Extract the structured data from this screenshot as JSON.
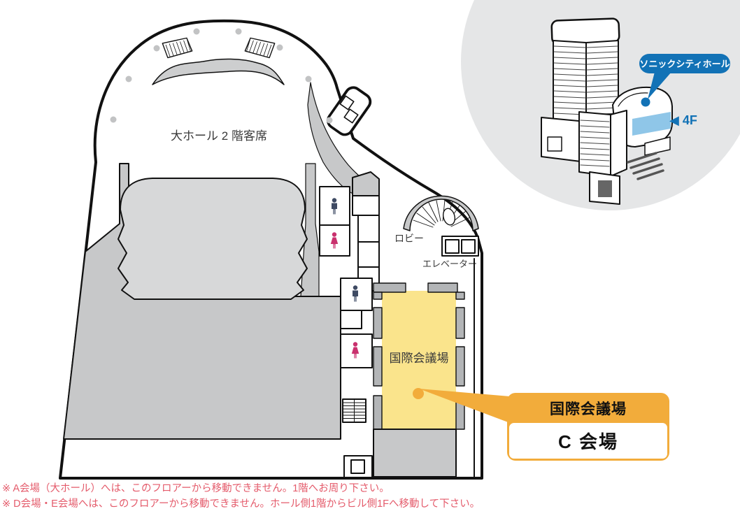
{
  "floor_plan": {
    "hall_seating_label": "大ホール 2 階客席",
    "lobby_label": "ロビー",
    "elevator_label": "エレベーター",
    "conference_room_label": "国際会議場"
  },
  "callout": {
    "title": "国際会議場",
    "venue": "C 会場"
  },
  "building": {
    "label": "ソニックシティホール",
    "floor_indicator": "◀ 4F"
  },
  "notes": [
    "※ A会場（大ホール）へは、このフロアーから移動できません。1階へお周り下さい。",
    "※ D会場・E会場へは、このフロアーから移動できません。ホール側1階からビル側1Fへ移動して下さい。"
  ],
  "icons": {
    "male_restroom": "male-restroom-icon",
    "female_restroom": "female-restroom-icon"
  },
  "colors": {
    "accent_orange": "#F2AC3B",
    "room_yellow": "#FAE48C",
    "brand_blue": "#1272B6",
    "band_blue": "#8FC6E8",
    "note_red": "#E45B6B",
    "male_icon": "#3E4A63",
    "female_icon": "#C9316E",
    "plan_gray": "#C7C8C9",
    "void_gray": "#D7D8D9",
    "wall_gray": "#B3B5B7"
  }
}
